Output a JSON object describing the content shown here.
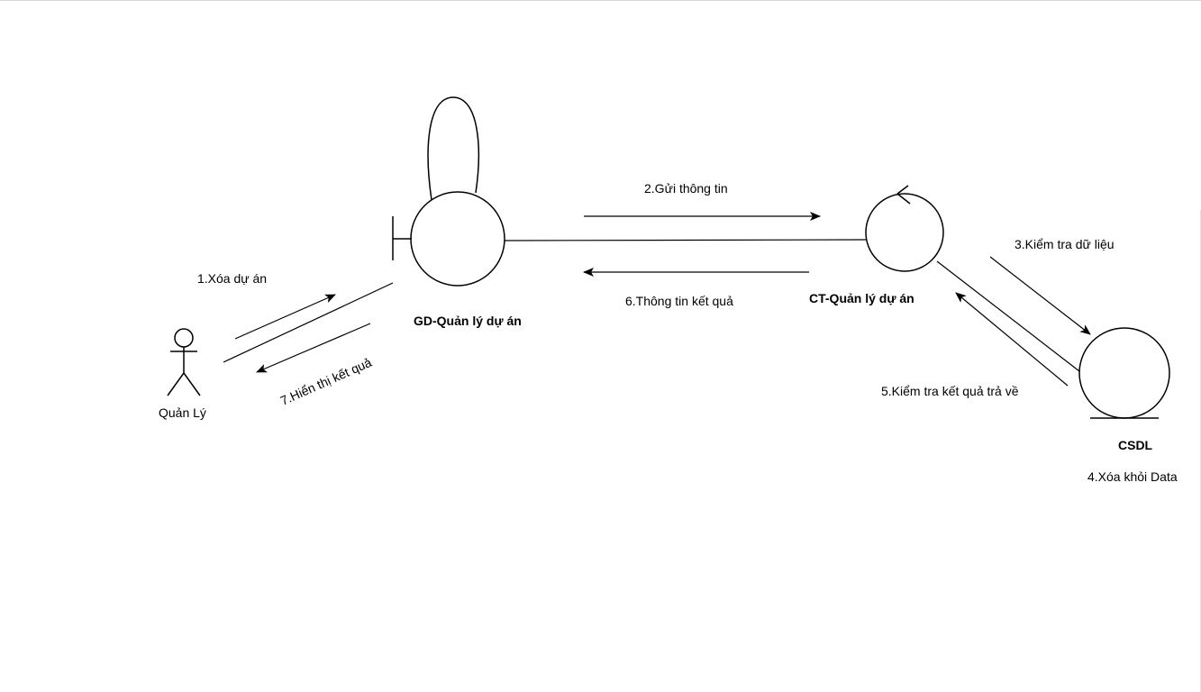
{
  "nodes": {
    "actor": {
      "label": "Quản Lý"
    },
    "boundary": {
      "label": "GD-Quản lý dự án"
    },
    "control": {
      "label": "CT-Quản lý dự án"
    },
    "entity": {
      "label": "CSDL"
    }
  },
  "messages": {
    "m1": "1.Xóa dự án",
    "m2": "2.Gửi thông tin",
    "m3": "3.Kiểm tra dữ liệu",
    "m4": "4.Xóa khỏi Data",
    "m5": "5.Kiểm tra kết quả trả về",
    "m6": "6.Thông tin kết quả",
    "m7": "7.Hiển thị kết quả"
  }
}
